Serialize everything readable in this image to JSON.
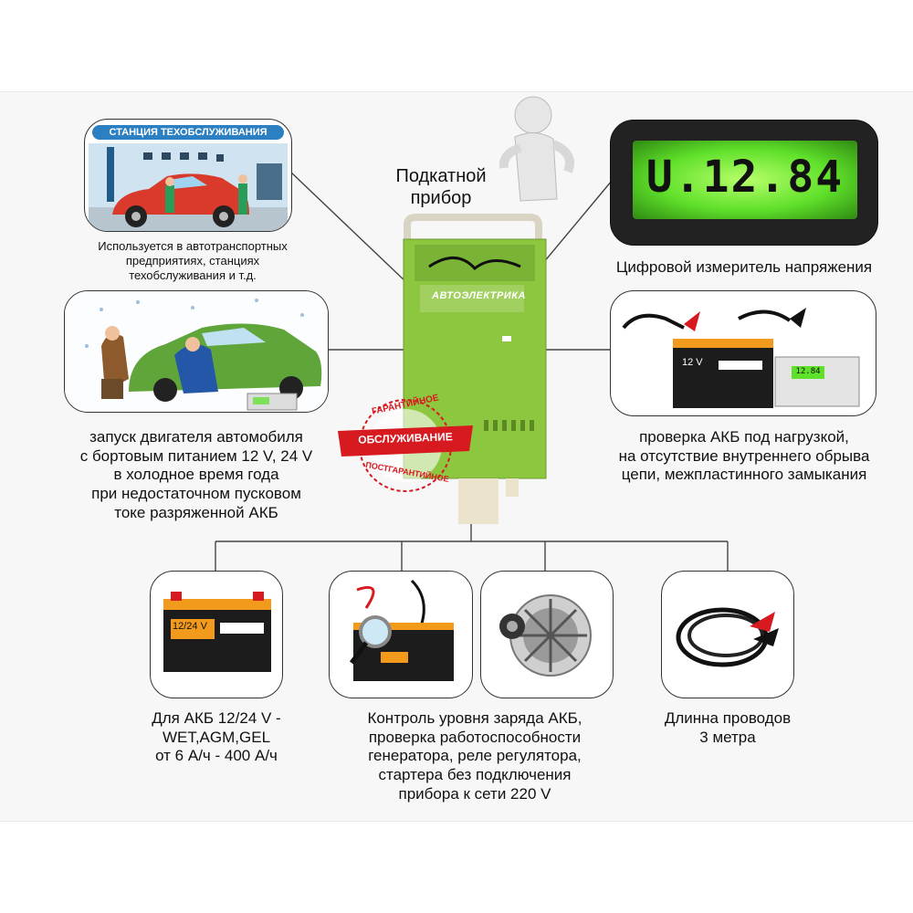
{
  "device": {
    "title_line1": "Подкатной",
    "title_line2": "прибор",
    "brand": "АВТОЭЛЕКТРИКА",
    "body_color": "#8dc63f"
  },
  "stamp": {
    "top_text": "ГАРАНТИЙНОЕ",
    "main_text": "ОБСЛУЖИВАНИЕ",
    "bottom_text": "ПОСТГАРАНТИЙНОЕ",
    "color": "#d71920"
  },
  "display": {
    "reading": "U.12.84",
    "caption": "Цифровой измеритель напряжения"
  },
  "service_station": {
    "banner": "СТАНЦИЯ ТЕХОБСЛУЖИВАНИЯ",
    "caption_lines": [
      "Используется в автотранспортных",
      "предприятиях, станциях",
      "техобслуживания и т.д."
    ]
  },
  "cold_start": {
    "caption_lines": [
      "запуск двигателя автомобиля",
      "с бортовым питанием 12 V, 24 V",
      "в холодное время года",
      "при недостаточном пусковом",
      "токе разряженной АКБ"
    ]
  },
  "load_test": {
    "battery_label": "12 V",
    "meter_reading": "12.84",
    "caption_lines": [
      "проверка АКБ под нагрузкой,",
      "на отсутствие внутреннего обрыва",
      "цепи, межпластинного замыкания"
    ]
  },
  "bottom": [
    {
      "battery_label": "12/24 V",
      "caption_lines": [
        "Для АКБ 12/24 V -",
        "WET,AGM,GEL",
        "от 6 А/ч - 400 А/ч"
      ]
    },
    {
      "caption_lines": [
        "Контроль уровня заряда АКБ,",
        "проверка работоспособности",
        "генератора, реле регулятора,",
        "стартера без подключения",
        "прибора к сети 220 V"
      ]
    },
    {
      "caption_lines": []
    },
    {
      "caption_lines": [
        "Длинна проводов",
        "3 метра"
      ]
    }
  ]
}
